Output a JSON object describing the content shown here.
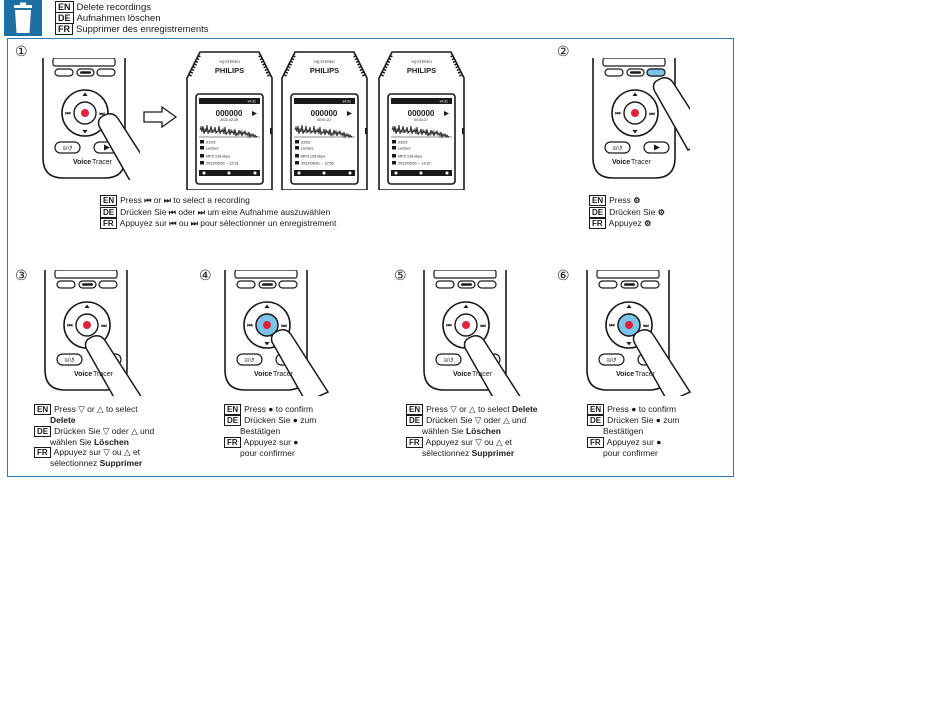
{
  "header": {
    "en_code": "EN",
    "en_text": "Delete recordings",
    "de_code": "DE",
    "de_text": "Aufnahmen löschen",
    "fr_code": "FR",
    "fr_text": "Supprimer des enregistrements"
  },
  "device": {
    "brand": "PHILIPS",
    "subtitle": "HQ STEREO",
    "model_a": "Voice",
    "model_b": "Tracer"
  },
  "screens": [
    {
      "time": "000000",
      "date": "2022-02-25",
      "count": "01/03",
      "folder": "Lecture",
      "format": "MP3 128 kbps",
      "datetime": "2022/06/01 – 12:51",
      "status": "14:31"
    },
    {
      "time": "000000",
      "date": "00:01:22",
      "count": "02/03",
      "folder": "Lecture",
      "format": "MP3 128 kbps",
      "datetime": "2022/06/01 – 12:55",
      "status": "14:31"
    },
    {
      "time": "000000",
      "date": "00:04:27",
      "count": "03/03",
      "folder": "Lecture",
      "format": "MP3 128 kbps",
      "datetime": "2022/06/01 – 13:37",
      "status": "14:31"
    }
  ],
  "steps": {
    "s1": {
      "num": "①",
      "en_code": "EN",
      "en_a": "Press ",
      "en_b": " or ",
      "en_c": " to select a recording",
      "de_code": "DE",
      "de_a": "Drücken Sie ",
      "de_b": " oder ",
      "de_c": " um eine Aufnahme auszuwählen",
      "fr_code": "FR",
      "fr_a": "Appuyez sur ",
      "fr_b": " ou ",
      "fr_c": " pour sélectionner un enregistrement"
    },
    "s2": {
      "num": "②",
      "en_code": "EN",
      "en_a": "Press ",
      "de_code": "DE",
      "de_a": "Drücken Sie ",
      "fr_code": "FR",
      "fr_a": "Appuyez "
    },
    "s3": {
      "num": "③",
      "en_code": "EN",
      "en_a": "Press ",
      "en_b": " or ",
      "en_c": " to select",
      "en_bold": "Delete",
      "de_code": "DE",
      "de_a": "Drücken Sie ",
      "de_b": " oder ",
      "de_c": " und",
      "de_d": "wählen Sie ",
      "de_bold": "Löschen",
      "fr_code": "FR",
      "fr_a": "Appuyez sur ",
      "fr_b": " ou ",
      "fr_c": " et",
      "fr_d": "sélectionnez ",
      "fr_bold": "Supprimer"
    },
    "s4": {
      "num": "④",
      "en_code": "EN",
      "en_a": "Press ",
      "en_b": " to confirm",
      "de_code": "DE",
      "de_a": "Drücken Sie ",
      "de_b": " zum",
      "de_c": "Bestätigen",
      "fr_code": "FR",
      "fr_a": "Appuyez sur ",
      "fr_c": "pour confirmer"
    },
    "s5": {
      "num": "⑤",
      "en_code": "EN",
      "en_a": "Press ",
      "en_b": " or ",
      "en_c": " to select ",
      "en_bold": "Delete",
      "de_code": "DE",
      "de_a": "Drücken Sie ",
      "de_b": " oder ",
      "de_c": " und",
      "de_d": "wählen Sie ",
      "de_bold": "Löschen",
      "fr_code": "FR",
      "fr_a": "Appuyez sur ",
      "fr_b": " ou ",
      "fr_c": " et",
      "fr_d": "sélectionnez ",
      "fr_bold": "Supprimer"
    },
    "s6": {
      "num": "⑥",
      "en_code": "EN",
      "en_a": "Press ",
      "en_b": " to confirm",
      "de_code": "DE",
      "de_a": "Drücken Sie ",
      "de_b": " zum",
      "de_c": "Bestätigen",
      "fr_code": "FR",
      "fr_a": "Appuyez sur ",
      "fr_c": "pour confirmer"
    }
  },
  "colors": {
    "accent": "#1e6fa3",
    "highlight": "#7cc3e8",
    "record": "#e0223a"
  }
}
